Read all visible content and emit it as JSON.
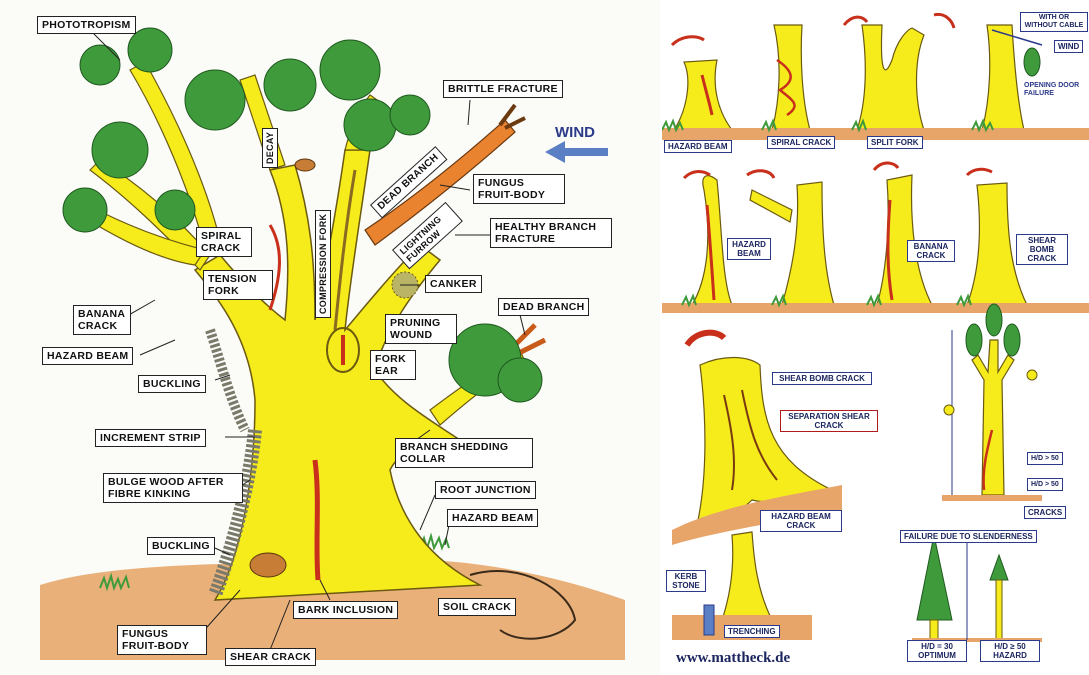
{
  "left_panel": {
    "labels": {
      "phototropism": "PHOTOTROPISM",
      "brittle_fracture": "BRITTLE FRACTURE",
      "wind": "WIND",
      "decay": "DECAY",
      "dead_branch_top": "DEAD BRANCH",
      "fungus_top": "FUNGUS FRUIT-BODY",
      "lightning_furrow": "LIGHTNING FURROW",
      "compression_fork": "COMPRESSION FORK",
      "healthy_branch_fracture": "HEALTHY BRANCH FRACTURE",
      "spiral_crack": "SPIRAL CRACK",
      "tension_fork": "TENSION FORK",
      "canker": "CANKER",
      "banana_crack": "BANANA CRACK",
      "dead_branch_right": "DEAD BRANCH",
      "pruning_wound": "PRUNING WOUND",
      "fork_ear": "FORK EAR",
      "hazard_beam": "HAZARD BEAM",
      "buckling_top": "BUCKLING",
      "increment_strip": "INCREMENT STRIP",
      "branch_shedding_collar": "BRANCH SHEDDING COLLAR",
      "bulge_wood": "BULGE WOOD AFTER FIBRE KINKING",
      "root_junction": "ROOT JUNCTION",
      "hazard_beam_root": "HAZARD BEAM",
      "buckling_bottom": "BUCKLING",
      "bark_inclusion": "BARK INCLUSION",
      "soil_crack": "SOIL CRACK",
      "fungus_bottom": "FUNGUS FRUIT-BODY",
      "shear_crack": "SHEAR CRACK"
    }
  },
  "right_panel": {
    "labels": {
      "with_or_without_cable": "WITH OR WITHOUT CABLE",
      "wind": "WIND",
      "opening_door_failure": "OPENING DOOR FAILURE",
      "hazard_beam_row1": "HAZARD BEAM",
      "spiral_crack": "SPIRAL CRACK",
      "split_fork": "SPLIT FORK",
      "hazard_beam_row2": "HAZARD BEAM",
      "banana_crack": "BANANA CRACK",
      "shear_bomb_crack": "SHEAR BOMB CRACK",
      "shear_bomb_crack_large": "SHEAR BOMB CRACK",
      "separation_shear_crack": "SEPARATION SHEAR CRACK",
      "hazard_beam_crack": "HAZARD BEAM CRACK",
      "kerb_stone": "KERB STONE",
      "trenching": "TRENCHING",
      "website": "www.mattheck.de",
      "failure_due_to_slenderness": "FAILURE DUE TO SLENDERNESS",
      "ratio_optimum": "H/D = 30 OPTIMUM",
      "ratio_hazard": "H/D ≥ 50 HAZARD",
      "cracks": "CRACKS",
      "ratio_a": "H/D > 50",
      "ratio_b": "H/D > 50"
    }
  },
  "colors": {
    "trunk": "#f6ec1c",
    "foliage": "#3f9a3c",
    "soil": "#e8a56a",
    "crack": "#c8301b",
    "label_border_right": "#2b3a8a",
    "arrow_red": "#c8301b",
    "wind_arrow": "#5b7fc4"
  }
}
